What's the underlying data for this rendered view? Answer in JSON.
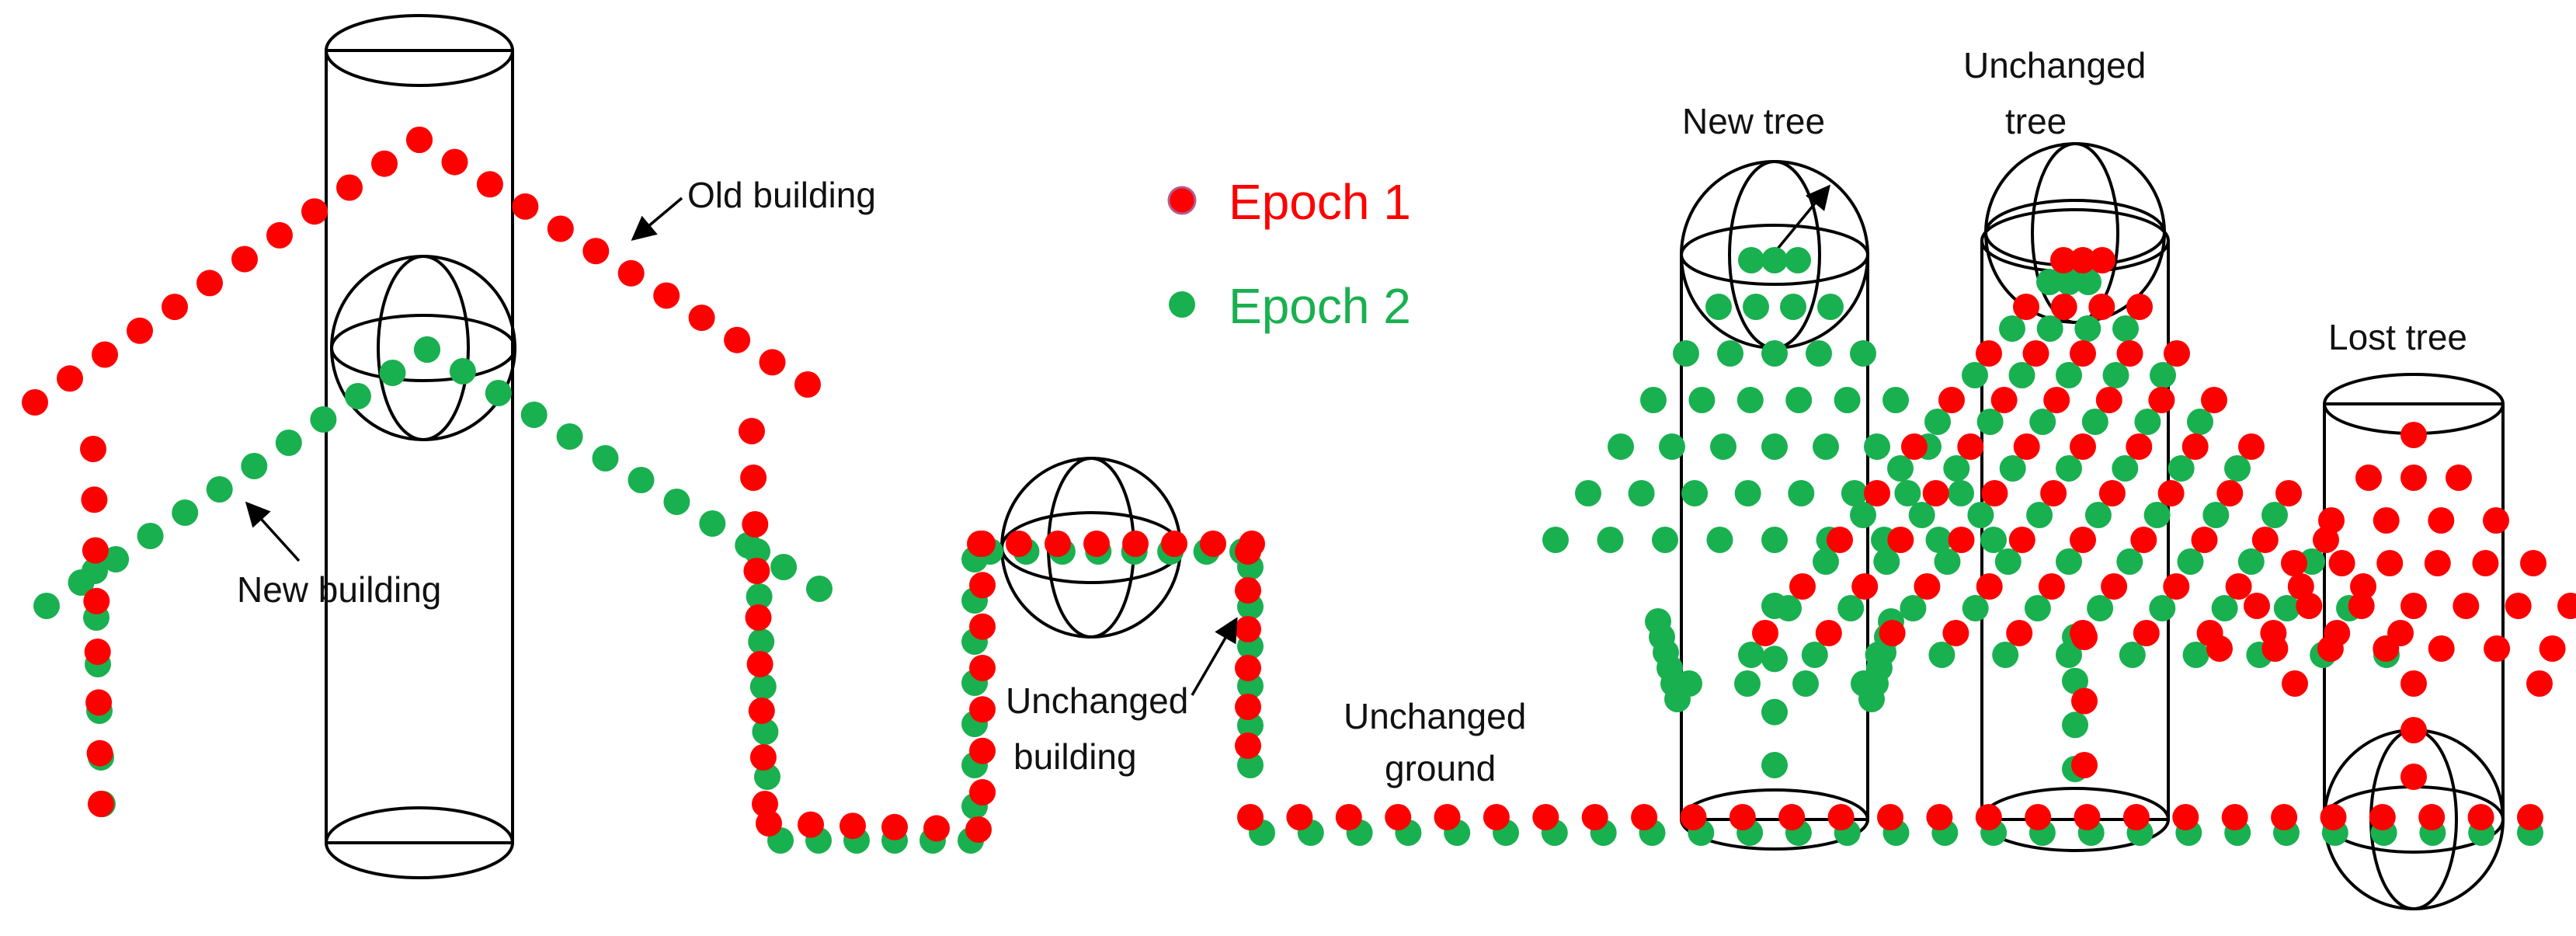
{
  "colors": {
    "epoch1": "#ff0000",
    "epoch2": "#19b050",
    "outline": "#000000"
  },
  "legend": {
    "epoch1_label": "Epoch 1",
    "epoch2_label": "Epoch 2"
  },
  "labels": {
    "old_building": "Old building",
    "new_building": "New building",
    "unchanged_building_1": "Unchanged",
    "unchanged_building_2": "building",
    "unchanged_ground_1": "Unchanged",
    "unchanged_ground_2": "ground",
    "new_tree": "New tree",
    "unchanged_tree_1": "Unchanged",
    "unchanged_tree_2": "tree",
    "lost_tree": "Lost tree"
  }
}
